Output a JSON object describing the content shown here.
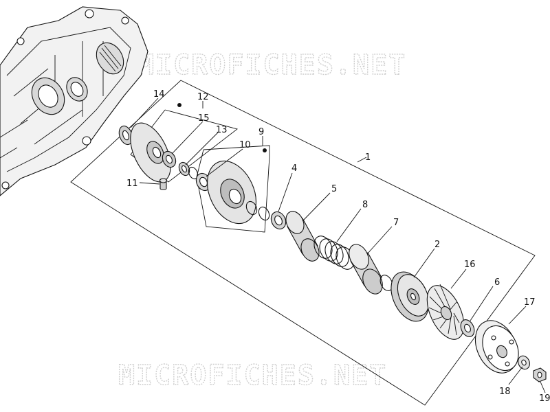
{
  "watermark": "MICROFICHES.NET",
  "colors": {
    "ink": "#111111",
    "watermark": "#cfcfcf",
    "part_fill": "#e4e4e4"
  },
  "callouts": {
    "c1": "1",
    "c2": "2",
    "c4": "4",
    "c5": "5",
    "c6": "6",
    "c7": "7",
    "c8": "8",
    "c9": "9",
    "c10": "10",
    "c11": "11",
    "c12": "12",
    "c13": "13",
    "c14": "14",
    "c15": "15",
    "c16": "16",
    "c17": "17",
    "c18": "18",
    "c19": "19"
  }
}
